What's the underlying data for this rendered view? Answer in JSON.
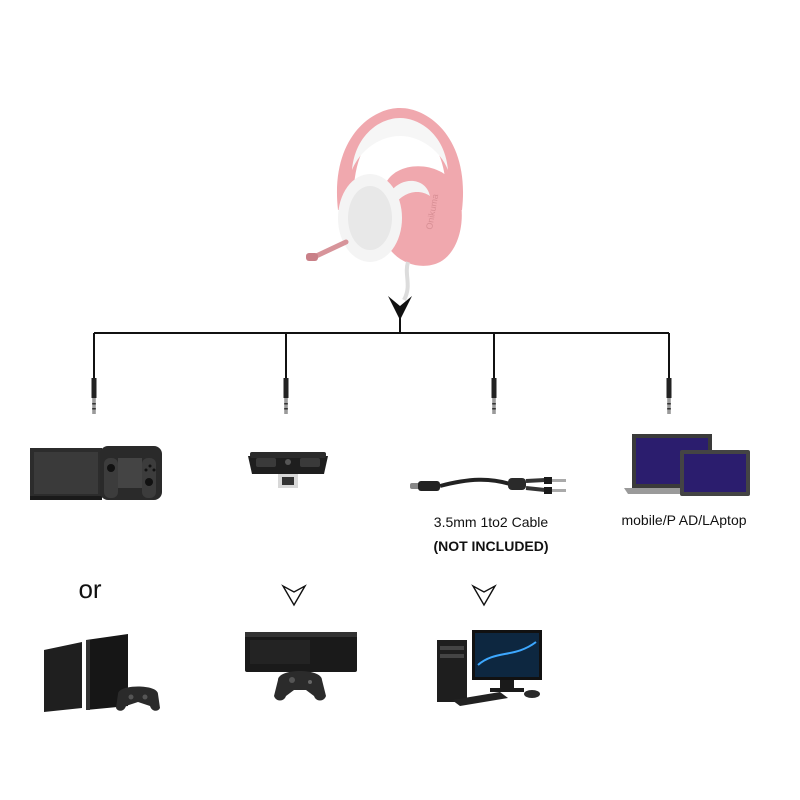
{
  "labels": {
    "cable_name": "3.5mm 1to2 Cable",
    "cable_note": "(NOT INCLUDED)",
    "mobile": "mobile/P AD/LAptop",
    "or": "or"
  },
  "colors": {
    "headset_pink": "#f0a8ae",
    "headset_white": "#f4f4f4",
    "line": "#111111",
    "screen": "#2b1d6e"
  },
  "icons": {
    "headset": "headset-icon",
    "switch": "nintendo-switch-icon",
    "adapter": "xbox-stereo-adapter-icon",
    "cable": "splitter-cable-icon",
    "laptop": "laptop-tablet-icon",
    "ps4": "ps4-console-icon",
    "xbox": "xbox-console-icon",
    "pc": "desktop-pc-icon"
  }
}
